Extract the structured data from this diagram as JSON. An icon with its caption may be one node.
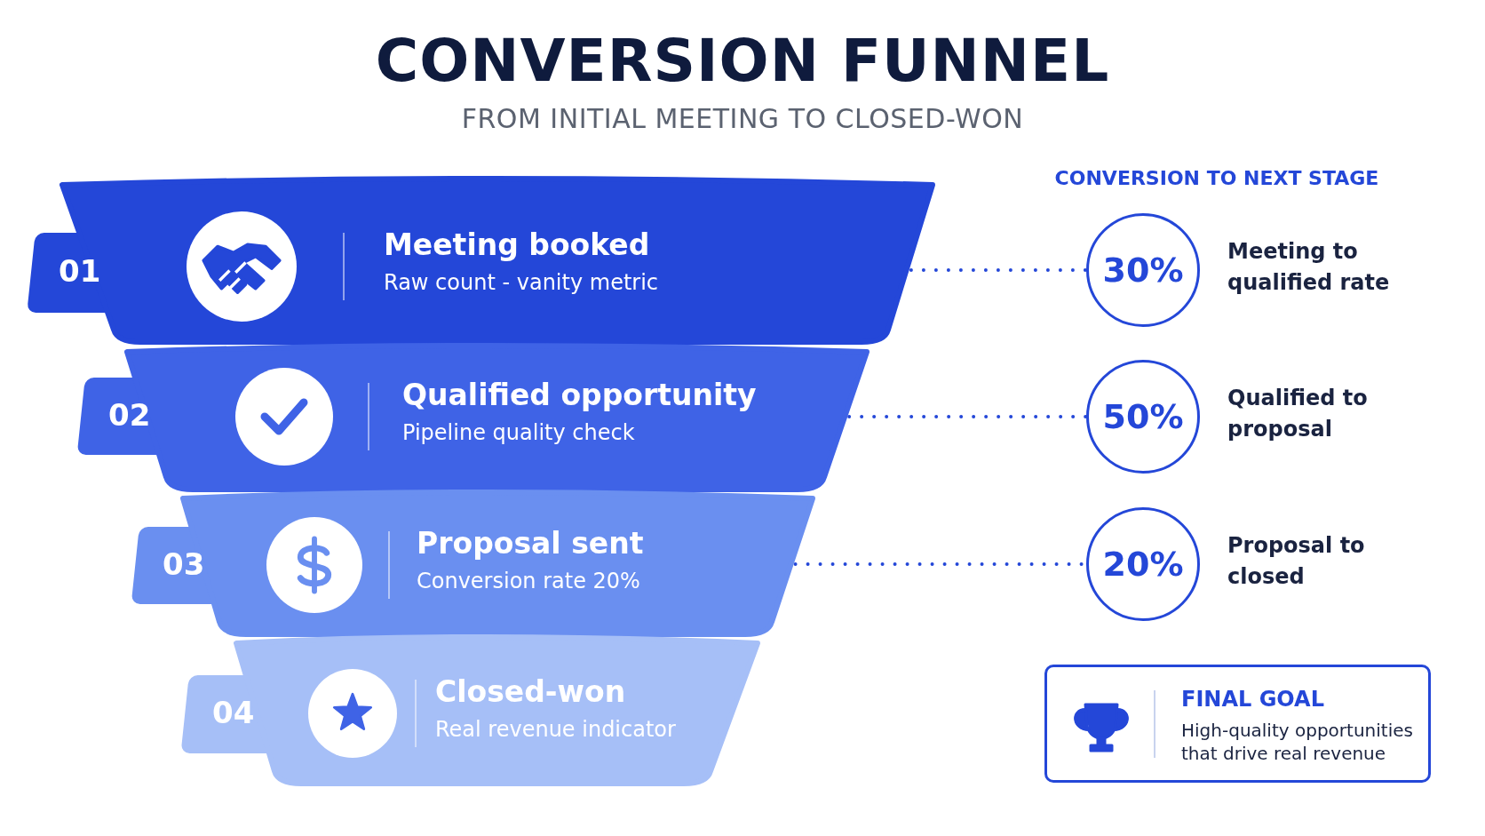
{
  "diagram": {
    "title": "CONVERSION FUNNEL",
    "nodes": [
      {
        "text": [
          "01",
          "Meeting booked",
          "Raw count - vanity metric"
        ]
      },
      {
        "text": [
          "02",
          "Qualified opportunity",
          "Pipeline quality check"
        ]
      },
      {
        "text": [
          "03",
          "Proposal sent",
          "Conversion rate 20%"
        ]
      },
      {
        "text": [
          "04",
          "Closed-won",
          "Real revenue indicator"
        ]
      },
      {
        "text": [
          "30%"
        ],
        "beside": [
          "Meeting to qualified rate"
        ]
      },
      {
        "text": [
          "50%"
        ],
        "beside": [
          "Qualified to proposal"
        ]
      },
      {
        "text": [
          "20%"
        ],
        "beside": [
          "Proposal to closed"
        ]
      },
      {
        "text": [
          "FINAL GOAL",
          "High-quality opportunities that drive real revenue"
        ]
      }
    ],
    "edges": [
      {
        "from": 0,
        "to": 4,
        "arrow": "none"
      },
      {
        "from": 1,
        "to": 5,
        "arrow": "none"
      },
      {
        "from": 2,
        "to": 6,
        "arrow": "none"
      }
    ],
    "labels": [
      "FROM INITIAL MEETING TO CLOSED-WON",
      "CONVERSION TO NEXT STAGE"
    ]
  }
}
